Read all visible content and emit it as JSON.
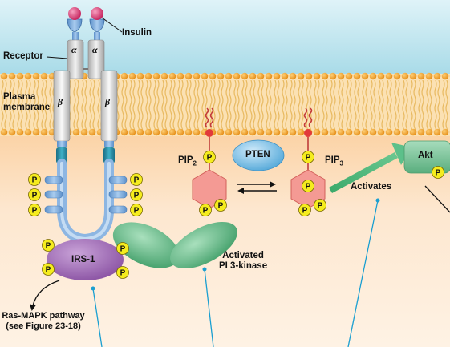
{
  "labels": {
    "insulin": "Insulin",
    "receptor": "Receptor",
    "alpha": "α",
    "beta": "β",
    "plasma_membrane_line1": "Plasma",
    "plasma_membrane_line2": "membrane",
    "pten": "PTEN",
    "pip2": "PIP",
    "pip2_sub": "2",
    "pip3": "PIP",
    "pip3_sub": "3",
    "activates": "Activates",
    "akt": "Akt",
    "irs1": "IRS-1",
    "activated_pi3k_line1": "Activated",
    "activated_pi3k_line2": "PI 3-kinase",
    "ras_mapk_line1": "Ras-MAPK pathway",
    "ras_mapk_line2": "(see Figure 23-18)",
    "phosphate": "P"
  },
  "colors": {
    "extracellular": "#c9e9f2",
    "cytoplasm": "#fde9d2",
    "lipid_head": "#f6a623",
    "lipid_tail": "#f3d37a",
    "receptor_alpha": "#c8c8c8",
    "receptor_beta": "#e6e6e6",
    "insulin": "#d6306c",
    "phosphate": "#f5ec1e",
    "irs1": "#a56fb8",
    "pi3k": "#6bc08a",
    "pten": "#7fc4ea",
    "pip_ring": "#f38c86",
    "akt": "#79c59a",
    "activation_arrow": "#3aa96a",
    "pointer_line": "#1a9fd1"
  }
}
